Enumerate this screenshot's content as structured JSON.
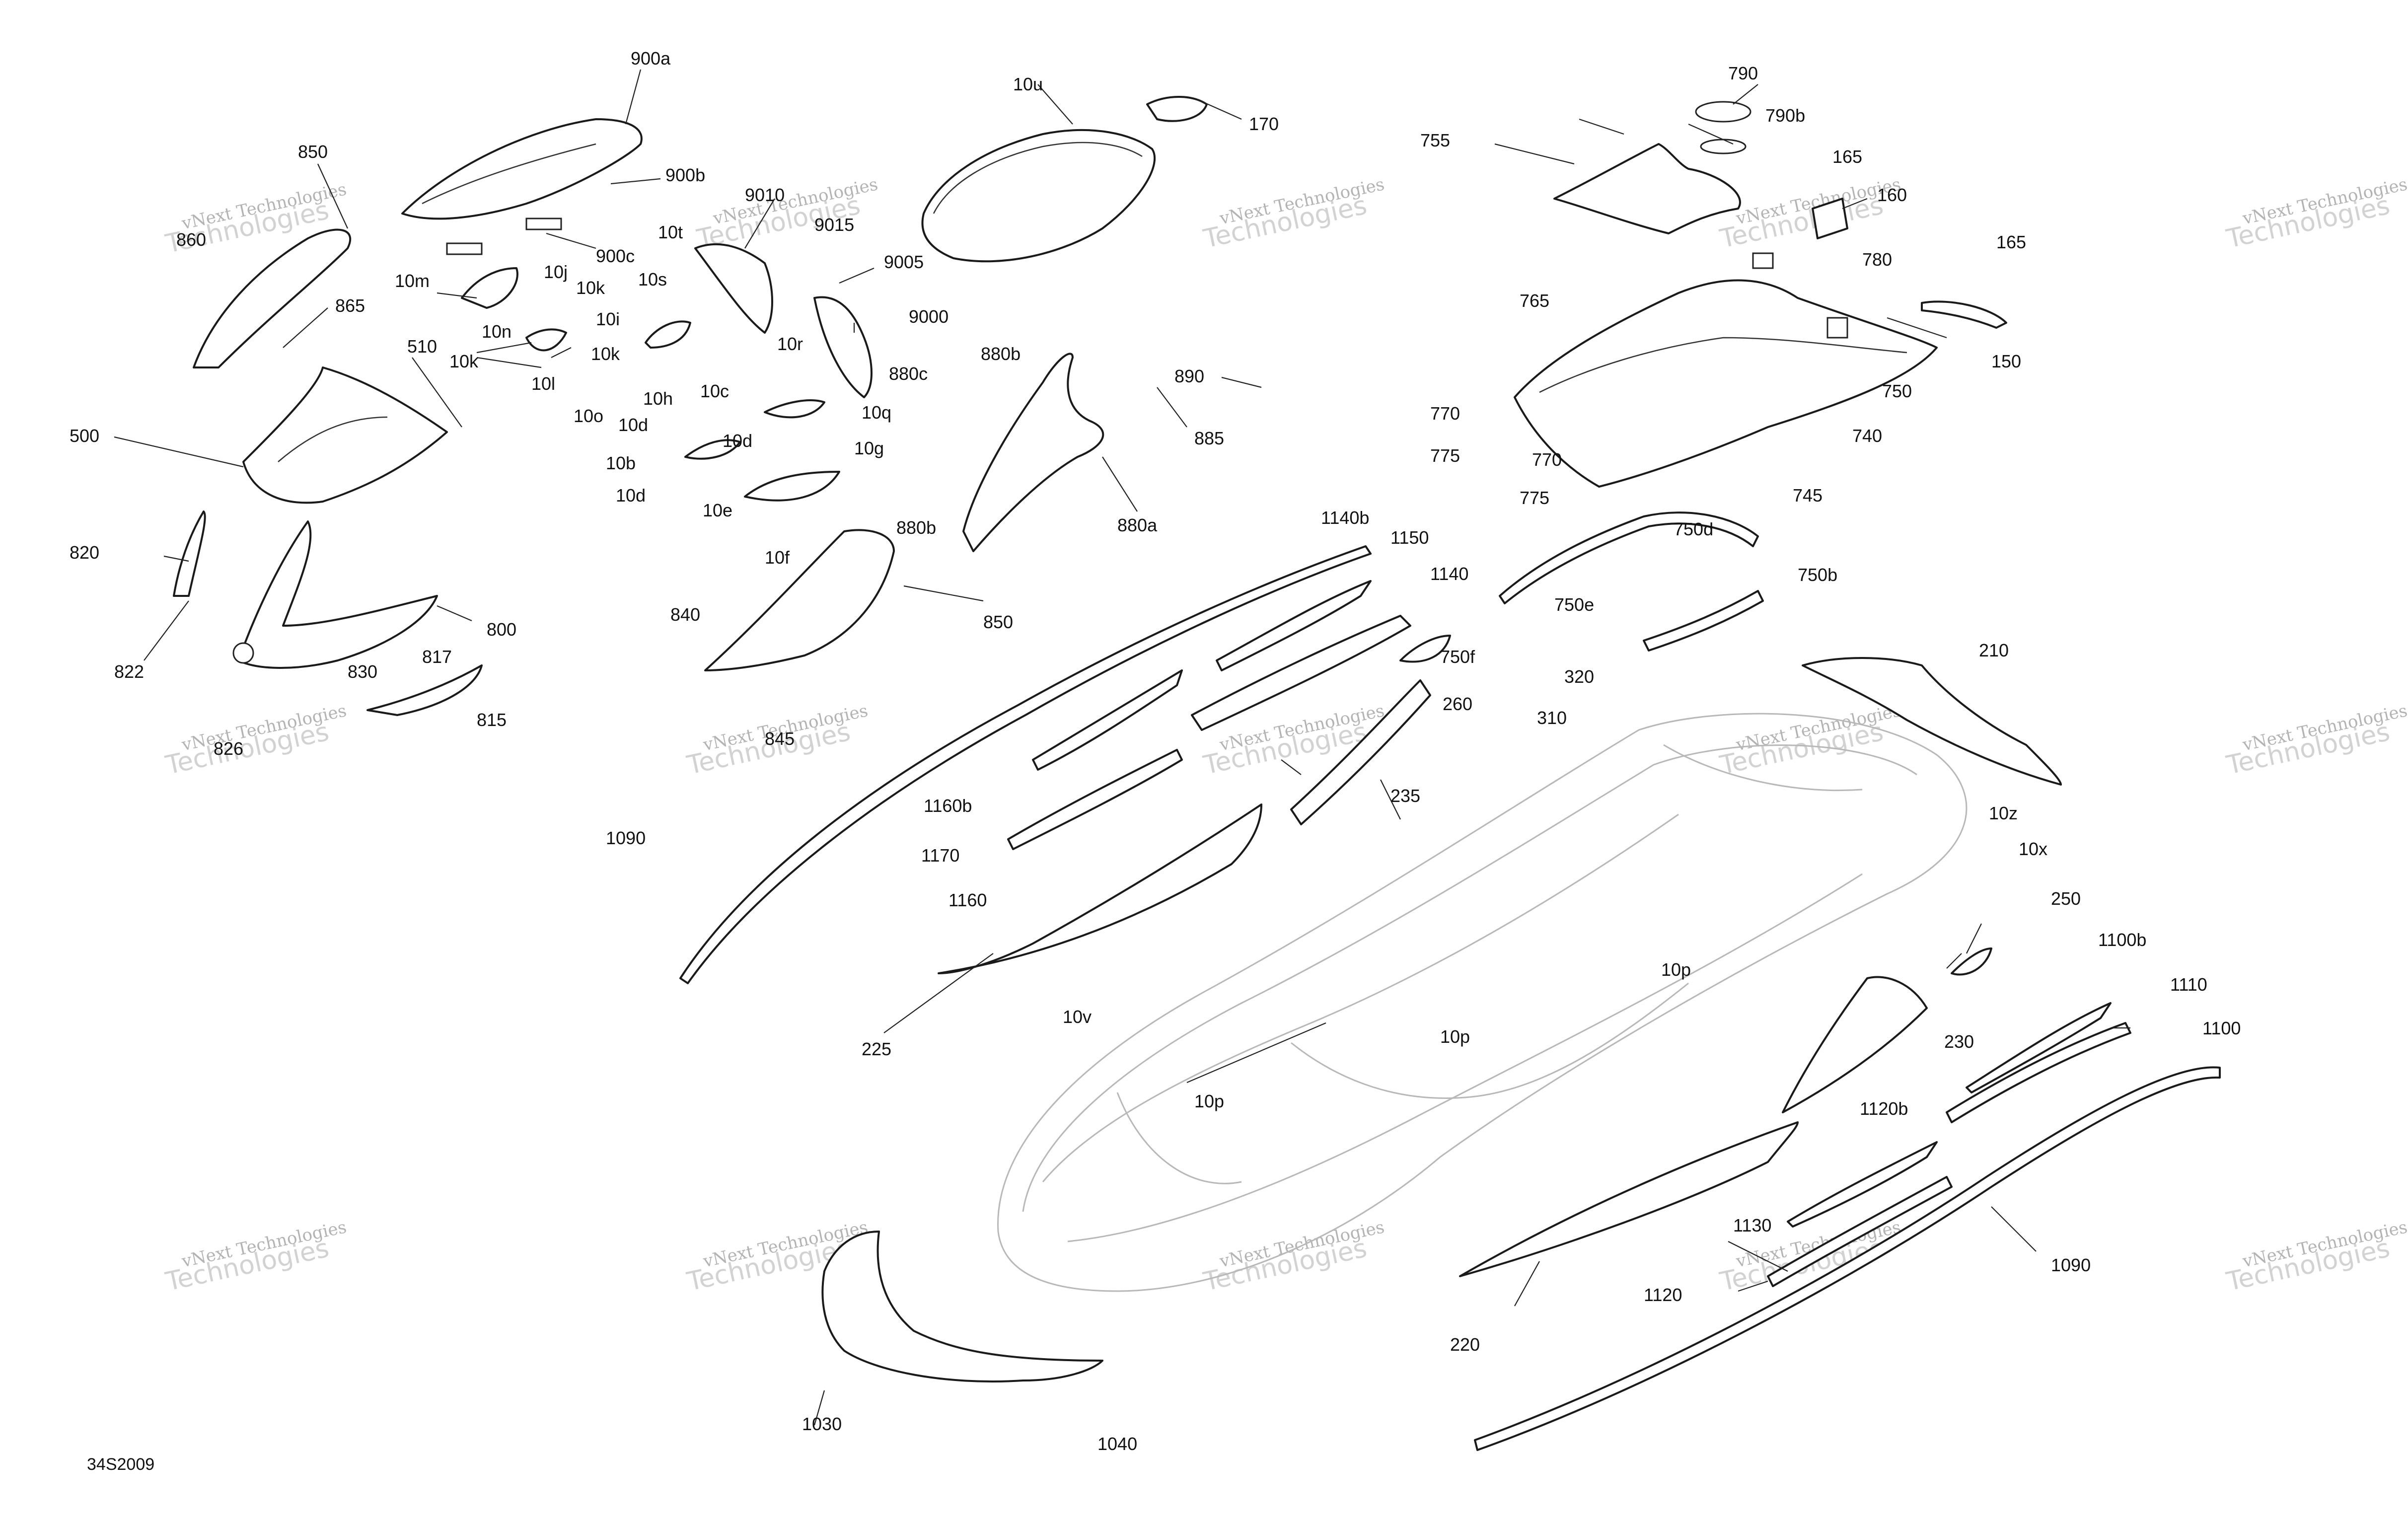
{
  "diagram": {
    "code": "34S2009",
    "watermark": {
      "line1": "vNext Technologies",
      "line2": "Technologies"
    },
    "labels": {
      "l900a": "900a",
      "l900b": "900b",
      "l900c": "900c",
      "l850a": "850",
      "l860": "860",
      "l865": "865",
      "l10m": "10m",
      "l10n": "10n",
      "l10j": "10j",
      "l10k1": "10k",
      "l10i": "10i",
      "l10k2": "10k",
      "l10k3": "10k",
      "l10l": "10l",
      "l10o": "10o",
      "l10t": "10t",
      "l10s": "10s",
      "l9010": "9010",
      "l9015": "9015",
      "l9005": "9005",
      "l9000": "9000",
      "l10u": "10u",
      "l170": "170",
      "l790": "790",
      "l790b": "790b",
      "l755": "755",
      "l165a": "165",
      "l160": "160",
      "l165b": "165",
      "l780": "780",
      "l150": "150",
      "l765": "765",
      "l750": "750",
      "l770a": "770",
      "l775a": "775",
      "l770b": "770",
      "l775b": "775",
      "l740": "740",
      "l745": "745",
      "l510": "510",
      "l500": "500",
      "l10r": "10r",
      "l10q": "10q",
      "l880c": "880c",
      "l880b1": "880b",
      "l890": "890",
      "l885": "885",
      "l10h": "10h",
      "l10c": "10c",
      "l10d1": "10d",
      "l10d2": "10d",
      "l10b": "10b",
      "l10d3": "10d",
      "l10e": "10e",
      "l10g": "10g",
      "l10f": "10f",
      "l880b2": "880b",
      "l880a": "880a",
      "l820": "820",
      "l822": "822",
      "l800": "800",
      "l830": "830",
      "l817": "817",
      "l826": "826",
      "l815": "815",
      "l840": "840",
      "l850b": "850",
      "l845": "845",
      "l1140b": "1140b",
      "l1150": "1150",
      "l1140": "1140",
      "l750d": "750d",
      "l750b": "750b",
      "l750e": "750e",
      "l750f": "750f",
      "l260": "260",
      "l320": "320",
      "l310": "310",
      "l210": "210",
      "l235": "235",
      "l1160b": "1160b",
      "l1170": "1170",
      "l1160": "1160",
      "l1090a": "1090",
      "l10z": "10z",
      "l10x": "10x",
      "l10p1": "10p",
      "l250": "250",
      "l1100b": "1100b",
      "l1110": "1110",
      "l1100": "1100",
      "l225": "225",
      "l10v": "10v",
      "l10p2": "10p",
      "l10p3": "10p",
      "l230": "230",
      "l1120b": "1120b",
      "l1130": "1130",
      "l1120": "1120",
      "l1090b": "1090",
      "l220": "220",
      "l1030": "1030",
      "l1040": "1040"
    }
  }
}
